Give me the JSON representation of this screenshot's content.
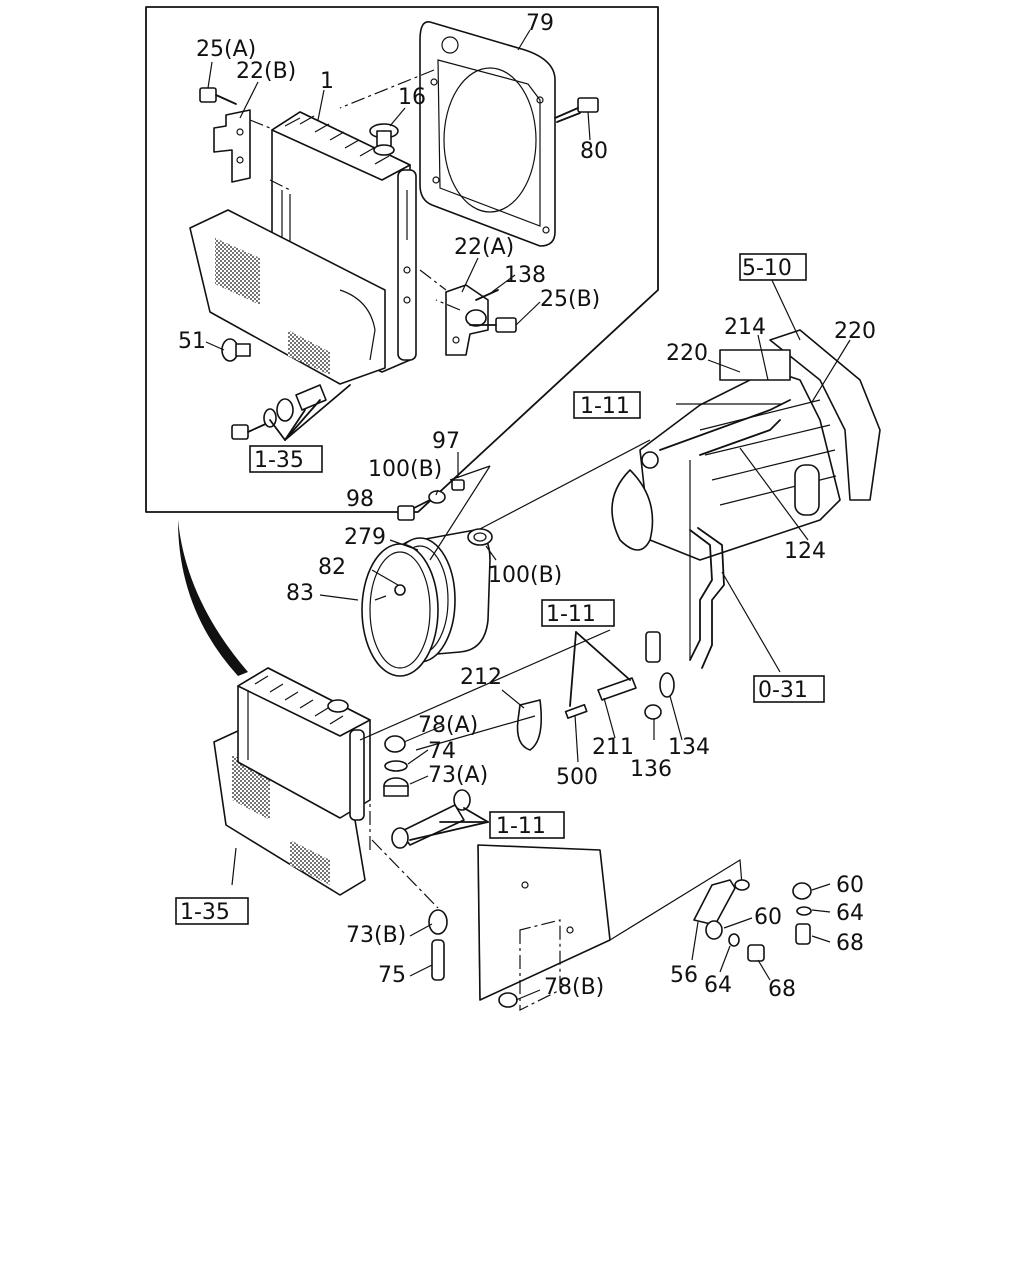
{
  "callouts": {
    "c_25A": "25(A)",
    "c_22B": "22(B)",
    "c_1": "1",
    "c_16": "16",
    "c_79": "79",
    "c_80": "80",
    "c_22A": "22(A)",
    "c_138": "138",
    "c_25B": "25(B)",
    "c_51": "51",
    "c_97": "97",
    "c_100B_top": "100(B)",
    "c_98": "98",
    "c_279": "279",
    "c_100B_mid": "100(B)",
    "c_82": "82",
    "c_83": "83",
    "c_212": "212",
    "c_78A": "78(A)",
    "c_74": "74",
    "c_73A": "73(A)",
    "c_500": "500",
    "c_211": "211",
    "c_136": "136",
    "c_134": "134",
    "c_124": "124",
    "c_214": "214",
    "c_220_left": "220",
    "c_220_right": "220",
    "c_73B": "73(B)",
    "c_75": "75",
    "c_78B": "78(B)",
    "c_60_top": "60",
    "c_64_top": "64",
    "c_68_top": "68",
    "c_60_mid": "60",
    "c_56": "56",
    "c_64_bot": "64",
    "c_68_bot": "68"
  },
  "refs": {
    "r_1_35_top": "1-35",
    "r_5_10": "5-10",
    "r_1_11_top": "1-11",
    "r_1_11_mid": "1-11",
    "r_0_31": "0-31",
    "r_1_11_low": "1-11",
    "r_1_35_low": "1-35"
  }
}
